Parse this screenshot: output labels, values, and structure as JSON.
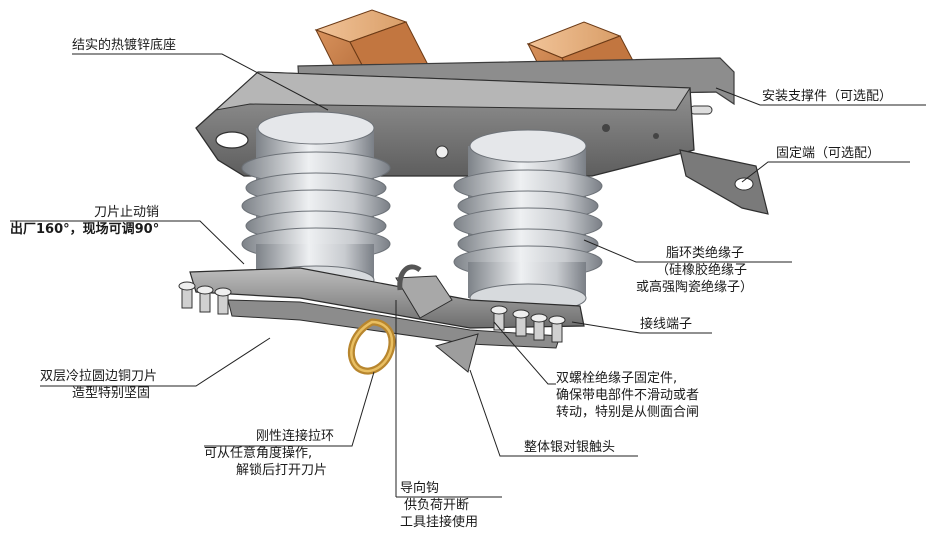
{
  "labels": {
    "base": "结实的热镀锌底座",
    "bracket": "安装支撑件（可选配）",
    "fixed_end": "固定端（可选配）",
    "blade_stop": [
      "刀片止动销",
      "出厂160°，现场可调90°"
    ],
    "insulator": [
      "脂环类绝缘子",
      "（硅橡胶绝缘子",
      "或高强陶瓷绝缘子）"
    ],
    "terminal": "接线端子",
    "blade": [
      "双层冷拉圆边铜刀片",
      "造型特别坚固"
    ],
    "bolt_fix": [
      "双螺栓绝缘子固定件,",
      "确保带电部件不滑动或者",
      "转动，特别是从侧面合闸"
    ],
    "pull_ring": [
      "刚性连接拉环",
      "可从任意角度操作,",
      "解锁后打开刀片"
    ],
    "contact": "整体银对银触头",
    "hook": [
      "导向钩",
      "供负荷开断",
      "工具挂接使用"
    ]
  }
}
